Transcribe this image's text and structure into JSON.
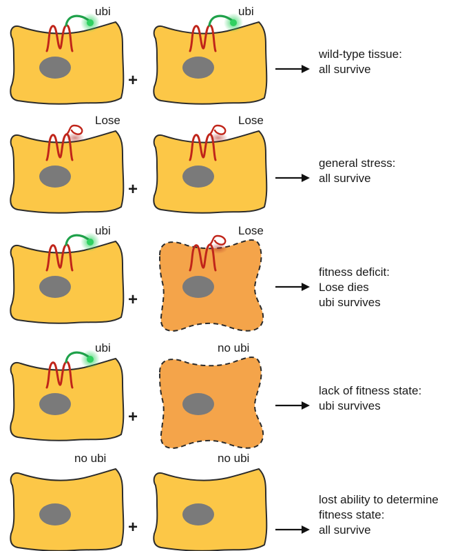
{
  "colors": {
    "healthy_cell": "#fcc747",
    "unfit_cell": "#f4a44a",
    "nucleus": "#7a7a7a",
    "outline": "#2b2b2b",
    "transmembrane_protein": "#c0251a",
    "ubi_tail": "#1fa14a",
    "ubi_bead": "#2fd060",
    "lose_tag": "#c0251a"
  },
  "rows": [
    {
      "left": {
        "label": "ubi",
        "state": "ubi",
        "fit": true
      },
      "plus": "+",
      "right": {
        "label": "ubi",
        "state": "ubi",
        "fit": true
      },
      "outcome": [
        "wild-type tissue:",
        "all survive"
      ]
    },
    {
      "left": {
        "label": "Lose",
        "state": "lose",
        "fit": true
      },
      "plus": "+",
      "right": {
        "label": "Lose",
        "state": "lose",
        "fit": true
      },
      "outcome": [
        "general stress:",
        "all survive"
      ]
    },
    {
      "left": {
        "label": "ubi",
        "state": "ubi",
        "fit": true
      },
      "plus": "+",
      "right": {
        "label": "Lose",
        "state": "lose",
        "fit": false
      },
      "outcome": [
        "fitness deficit:",
        "Lose dies",
        "ubi survives"
      ]
    },
    {
      "left": {
        "label": "ubi",
        "state": "ubi",
        "fit": true
      },
      "plus": "+",
      "right": {
        "label": "no ubi",
        "state": "none",
        "fit": false
      },
      "outcome": [
        "lack of fitness state:",
        "ubi survives"
      ]
    },
    {
      "left": {
        "label": "no ubi",
        "state": "none",
        "fit": true
      },
      "plus": "+",
      "right": {
        "label": "no ubi",
        "state": "none",
        "fit": true
      },
      "outcome": [
        "lost ability to determine",
        "fitness state:",
        "all survive"
      ]
    }
  ]
}
